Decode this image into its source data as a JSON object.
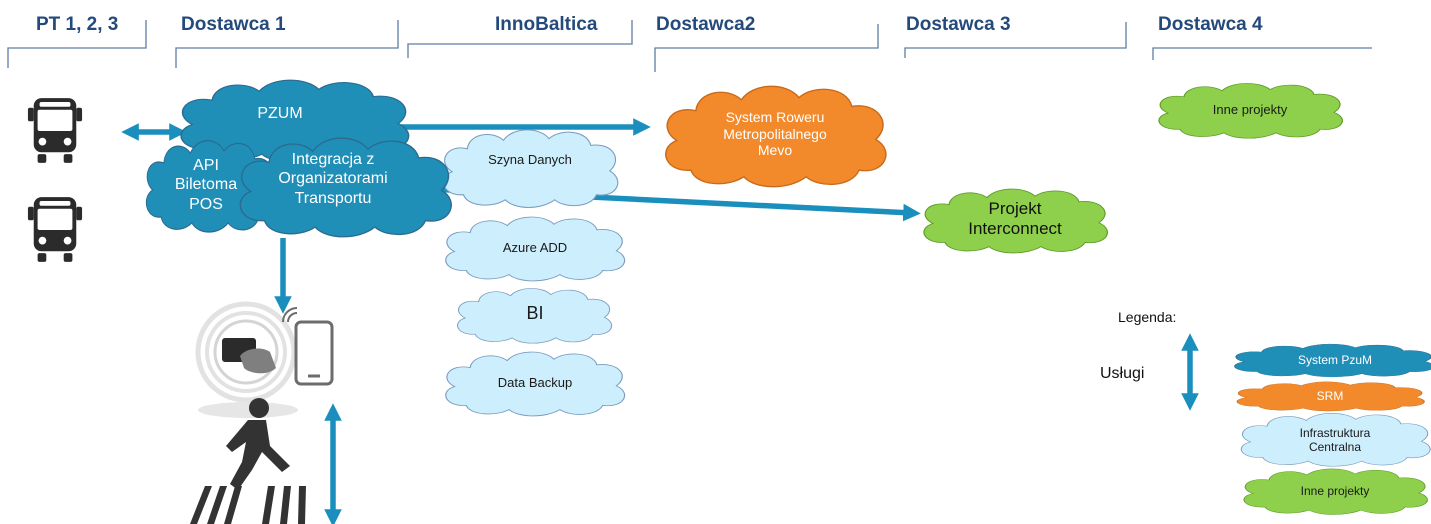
{
  "columns": [
    "PT 1, 2, 3",
    "Dostawca 1",
    "InnoBaltica",
    "Dostawca2",
    "Dostawca 3",
    "Dostawca 4"
  ],
  "clouds": {
    "pzum": "PZUM",
    "api": "API\nBiletoma\nPOS",
    "integracja": "Integracja z\nOrganizatorami\nTransportu",
    "szyna": "Szyna Danych",
    "azure": "Azure ADD",
    "bi": "BI",
    "backup": "Data Backup",
    "mevo": "System Roweru\nMetropolitalnego\nMevo",
    "interconnect": "Projekt\nInterconnect",
    "inne": "Inne projekty"
  },
  "legend": {
    "title": "Legenda:",
    "uslugi": "Usługi",
    "items": [
      "System PzuM",
      "SRM",
      "Infrastruktura\nCentralna",
      "Inne projekty"
    ]
  },
  "colors": {
    "header": "#244a7c",
    "blue_dark": "#1f8fb8",
    "blue_light": "#cdeefc",
    "orange": "#f28a2c",
    "green": "#8ed04c",
    "arrow": "#1a8fbd",
    "bus": "#2b2b2b"
  }
}
